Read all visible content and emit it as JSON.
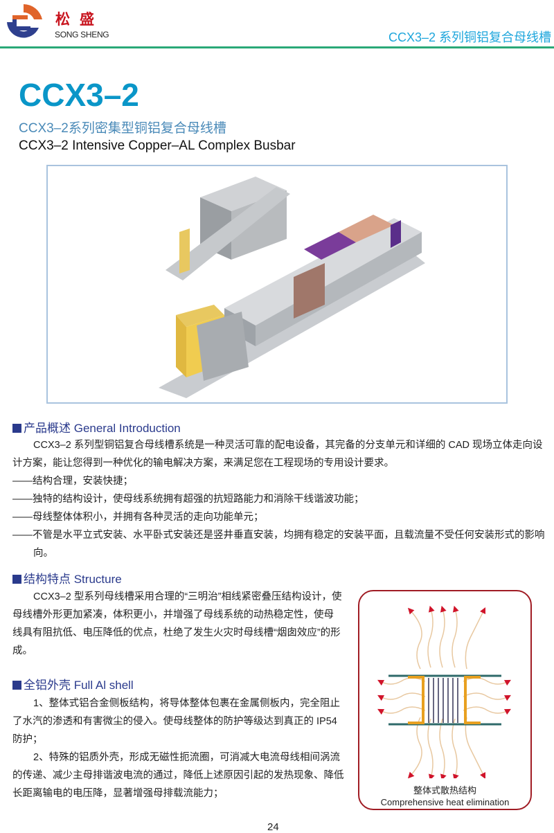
{
  "header": {
    "brand_cn": "松盛",
    "brand_en": "SONG SHENG",
    "title": "CCX3–2 系列铜铝复合母线槽"
  },
  "page": {
    "title": "CCX3–2",
    "subtitle": "CCX3–2系列密集型铜铝复合母线槽",
    "subtitle_en": "CCX3–2 Intensive Copper–AL Complex Busbar",
    "page_number": "24"
  },
  "intro": {
    "heading": "产品概述 General Introduction",
    "paragraph": "CCX3–2 系列型铜铝复合母线槽系统是一种灵活可靠的配电设备，其完备的分支单元和详细的 CAD 现场立体走向设计方案，能让您得到一种优化的输电解决方案，来满足您在工程现场的专用设计要求。",
    "bullets": [
      "——结构合理，安装快捷；",
      "——独特的结构设计，使母线系统拥有超强的抗短路能力和消除干线谐波功能；",
      "——母线整体体积小，并拥有各种灵活的走向功能单元；",
      "——不管是水平立式安装、水平卧式安装还是竖井垂直安装，均拥有稳定的安装平面，且载流量不受任何安装形式的影响向。"
    ]
  },
  "structure": {
    "heading": "结构特点 Structure",
    "paragraph": "CCX3–2 型系列母线槽采用合理的“三明治”相线紧密叠压结构设计，使母线槽外形更加紧凑，体积更小，并增强了母线系统的动热稳定性，使母线具有阻抗低、电压降低的优点，杜绝了发生火灾时母线槽“烟囱效应”的形成。"
  },
  "shell": {
    "heading": "全铝外壳 Full Al shell",
    "paragraphs": [
      "1、整体式铝合金侧板结构，将导体整体包裹在金属侧板内，完全阻止了水汽的渗透和有害微尘的侵入。使母线整体的防护等级达到真正的 IP54 防护；",
      "2、特殊的铝质外壳，形成无磁性扼流圈，可消减大电流母线相间涡流的传递、减少主母排谐波电流的通过，降低上述原因引起的发热现象、降低长距离输电的电压降，显著增强母排载流能力；"
    ]
  },
  "diagram": {
    "caption_cn": "整体式散热结构",
    "caption_en": "Comprehensive heat elimination"
  },
  "colors": {
    "accent": "#0a96c8",
    "section": "#2a3a8c",
    "rule": "#2aa877",
    "arrow": "#d0142a"
  }
}
